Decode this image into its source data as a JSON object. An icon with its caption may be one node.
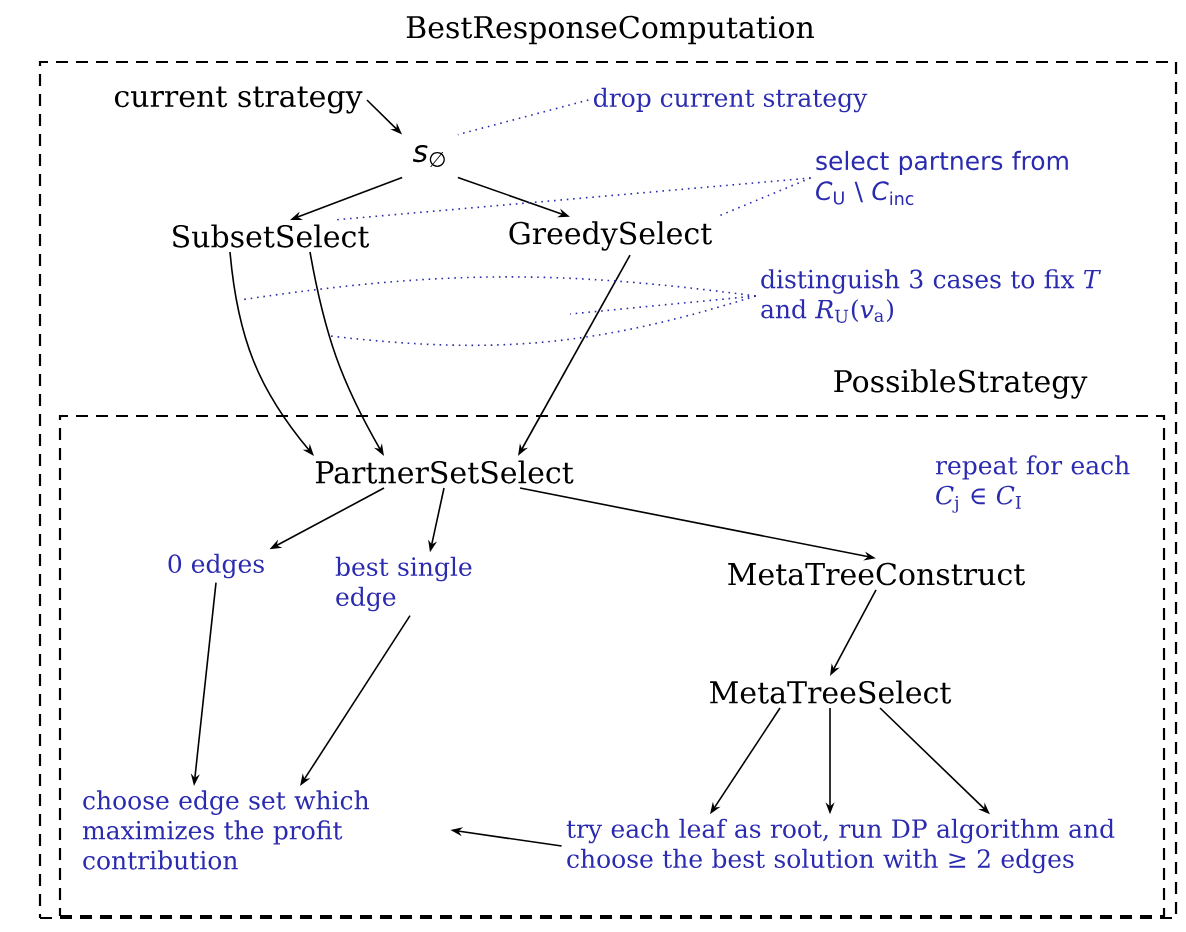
{
  "diagram": {
    "title": "BestResponseComputation",
    "nodes": [
      {
        "text": [],
        "shape": "box"
      },
      {
        "text": [
          "current strategy"
        ],
        "in": 0
      },
      {
        "text": [
          "*s*$_{∅}$"
        ],
        "in": 0
      },
      {
        "text": [
          "SubsetSelect"
        ],
        "in": 0
      },
      {
        "text": [
          "GreedySelect"
        ],
        "in": 0
      },
      {
        "text": [
          "PossibleStrategy"
        ],
        "in": 0
      },
      {
        "text": [
          "PartnerSetSelect"
        ],
        "in": 5
      },
      {
        "text": [
          "0 edges"
        ],
        "in": 5
      },
      {
        "text": [
          "best single edge"
        ],
        "in": 5
      },
      {
        "text": [
          "MetaTreeConstruct"
        ],
        "in": 5
      },
      {
        "text": [
          "MetaTreeSelect"
        ],
        "in": 5
      },
      {
        "text": [
          "choose edge set which maximizes the profit contribution"
        ],
        "in": 5
      },
      {
        "text": [
          "try each leaf as root, run DP algorithm and choose the best solution with ≥ 2 edges"
        ],
        "in": 5
      },
      {
        "text": [
          "drop current strategy"
        ],
        "in": 0
      },
      {
        "text": [
          "select partners from *C*$_{U}$ \\ *C*$_{inc}$"
        ],
        "in": 0
      },
      {
        "text": [
          "distinguish 3 cases to fix *T* and *R*$_{U}$(*v*$_{a}$)"
        ],
        "in": 0
      }
    ],
    "edges": [
      {
        "from": 1,
        "to": 2,
        "arrow": "to"
      },
      {
        "from": 2,
        "to": 3,
        "arrow": "to"
      },
      {
        "from": 2,
        "to": 4,
        "arrow": "to"
      },
      {
        "from": 3,
        "to": 6,
        "arrow": "to"
      },
      {
        "from": 3,
        "to": 6,
        "arrow": "to"
      },
      {
        "from": 4,
        "to": 6,
        "arrow": "to"
      },
      {
        "from": 6,
        "to": 7,
        "arrow": "to"
      },
      {
        "from": 6,
        "to": 8,
        "arrow": "to"
      },
      {
        "from": 6,
        "to": 9,
        "arrow": "to"
      },
      {
        "from": 7,
        "to": 11,
        "arrow": "to"
      },
      {
        "from": 8,
        "to": 11,
        "arrow": "to"
      },
      {
        "from": 9,
        "to": 10,
        "arrow": "to"
      },
      {
        "from": 10,
        "to": 12,
        "arrow": "to"
      },
      {
        "from": 10,
        "to": 12,
        "arrow": "to"
      },
      {
        "from": 10,
        "to": 12,
        "arrow": "to"
      },
      {
        "from": 12,
        "to": 11,
        "arrow": "to"
      },
      {
        "from": 13,
        "to": 2,
        "arrow": "none",
        "style": "dashed",
        "color": "#2b2bb0"
      },
      {
        "from": 14,
        "to": 3,
        "arrow": "none",
        "style": "dashed",
        "color": "#2b2bb0"
      },
      {
        "from": 14,
        "to": 4,
        "arrow": "none",
        "style": "dashed",
        "color": "#2b2bb0"
      },
      {
        "from": 15,
        "to": null,
        "arrow": "none",
        "style": "dashed",
        "color": "#2b2bb0"
      },
      {
        "from": 15,
        "to": null,
        "arrow": "none",
        "style": "dashed",
        "color": "#2b2bb0"
      },
      {
        "from": 15,
        "to": null,
        "arrow": "none",
        "style": "dashed",
        "color": "#2b2bb0"
      }
    ],
    "labels": [
      "repeat for each *C*$_{j}$ ∈ *C*$_{I}$"
    ]
  }
}
